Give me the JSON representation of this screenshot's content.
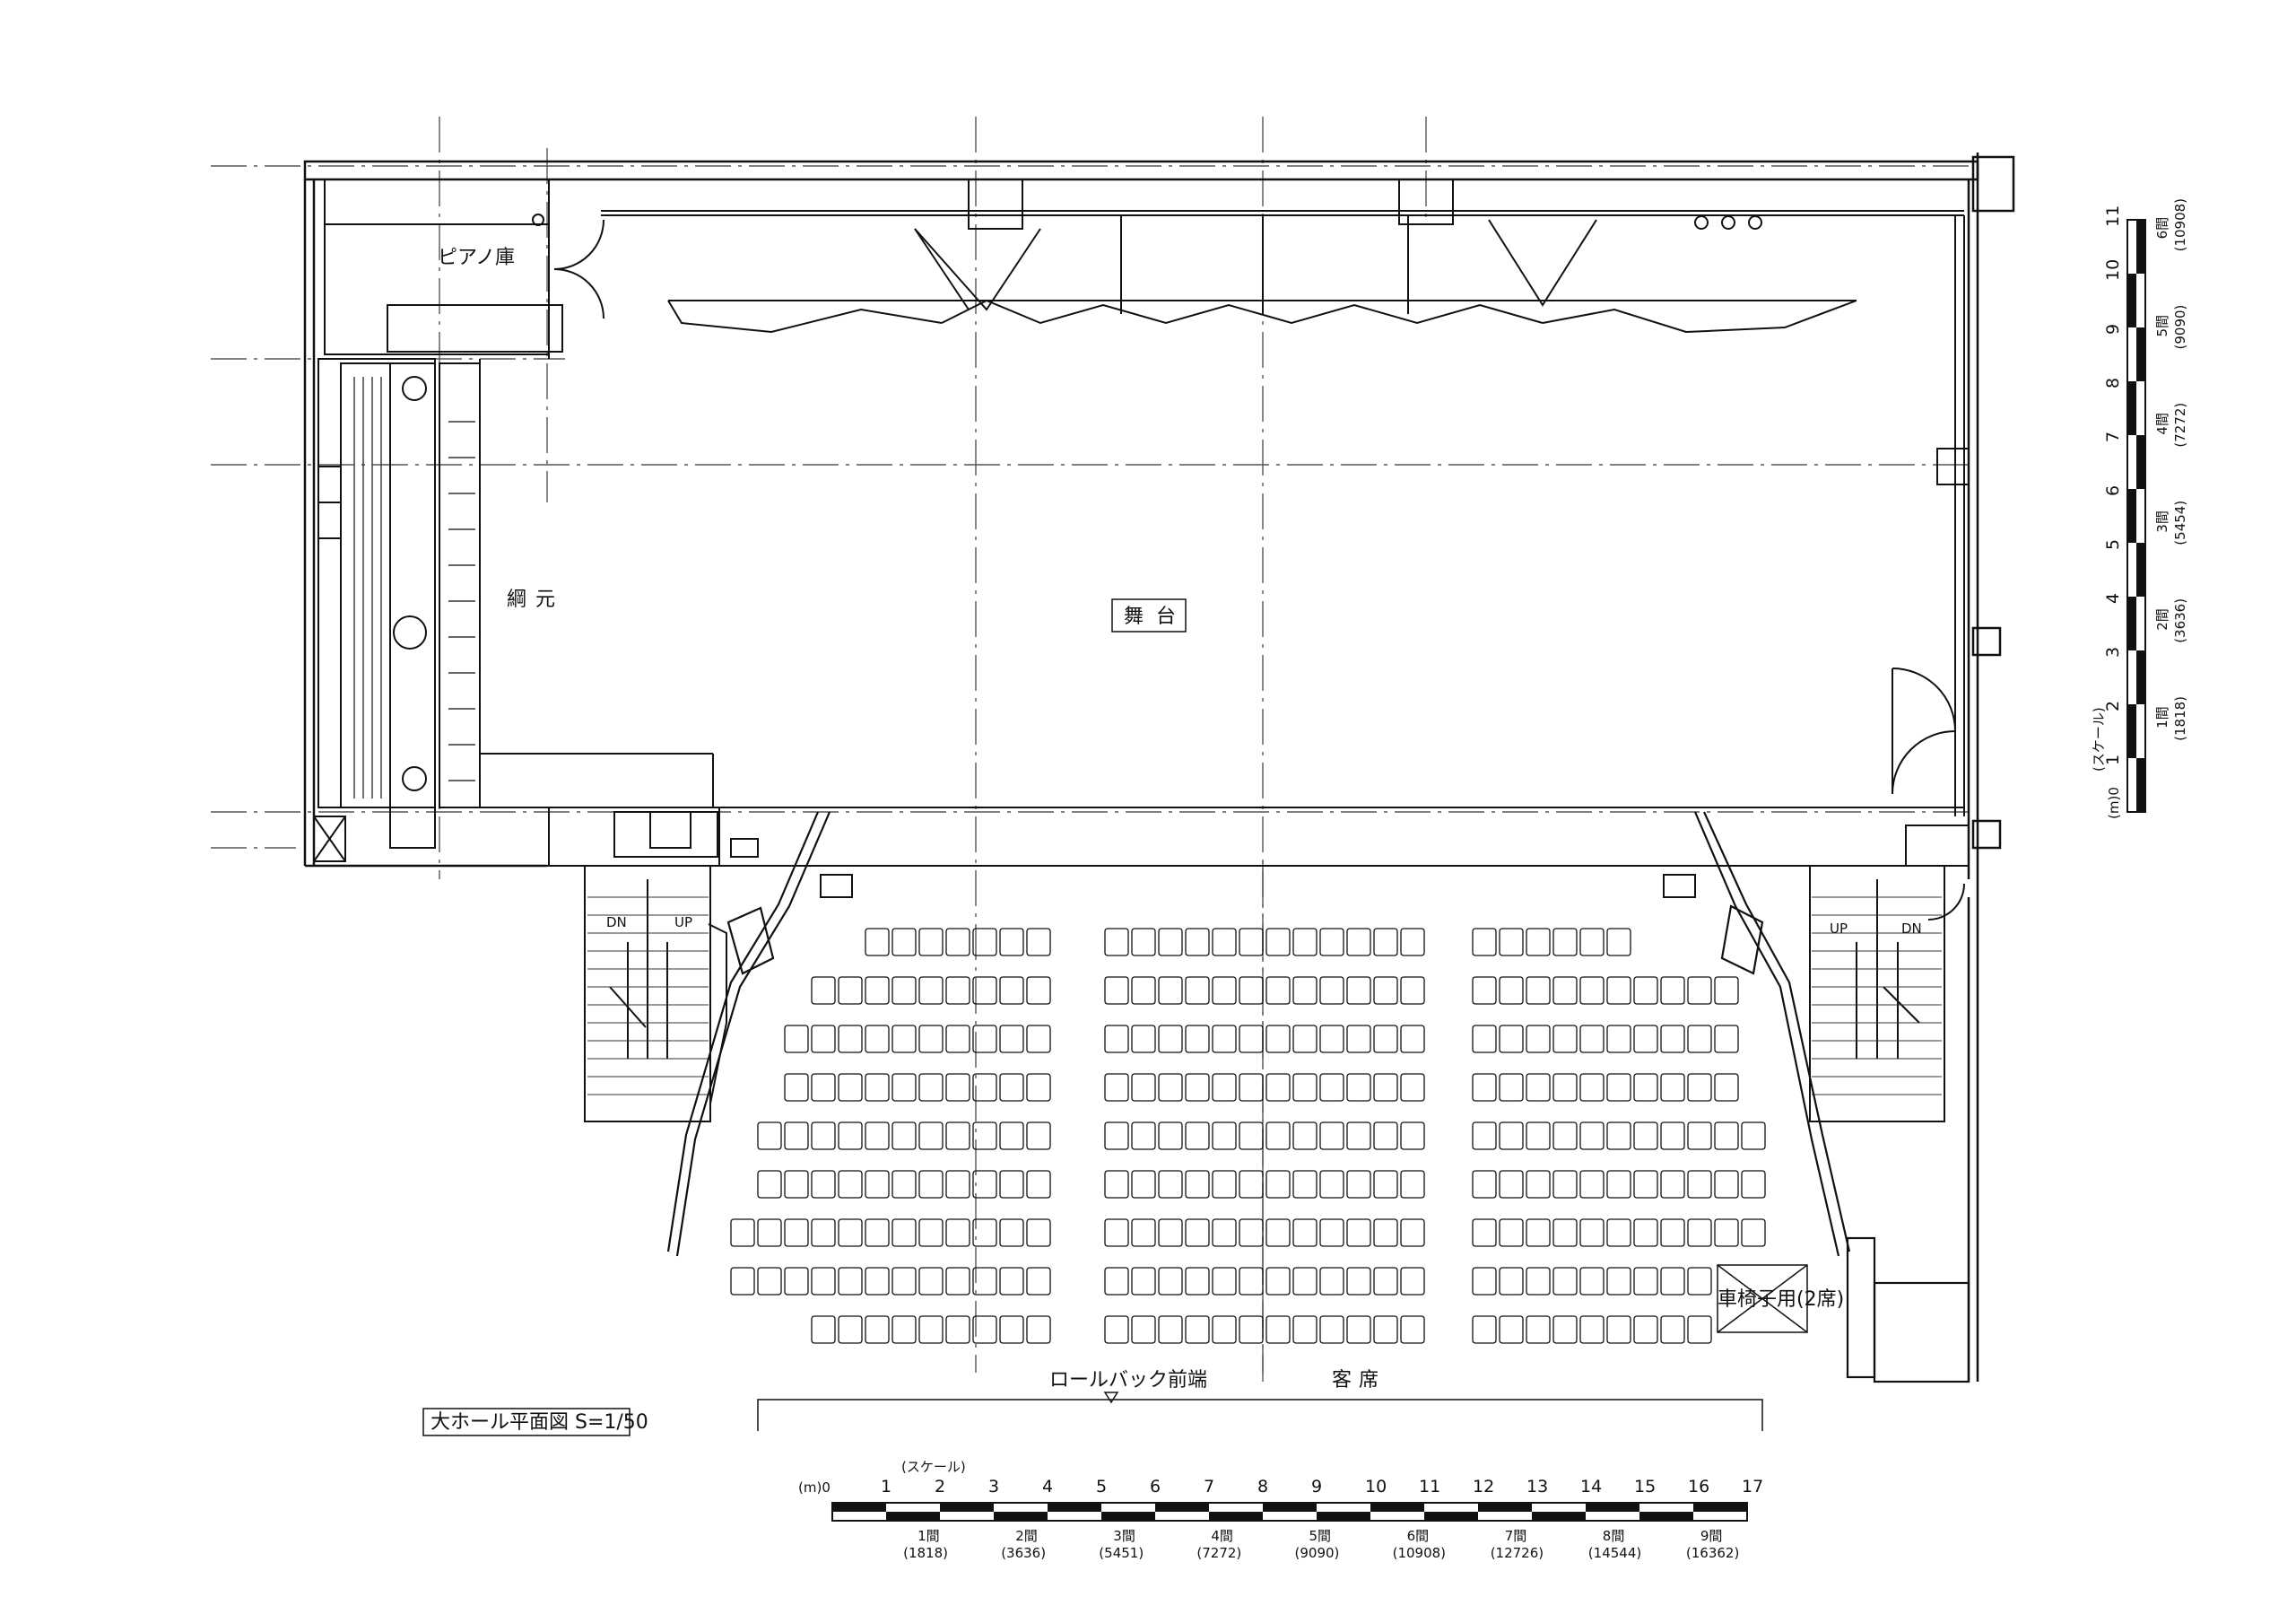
{
  "rooms": {
    "piano": "ピアノ庫",
    "wings_left": "綱",
    "wings_right": "元",
    "stage_left": "舞",
    "stage_right": "台",
    "audience_left": "客",
    "audience_right": "席"
  },
  "notes": {
    "rollback_front": "ロールバック前端",
    "wheelchair": "車椅子用(2席)"
  },
  "stairs": {
    "down": "DN",
    "up": "UP"
  },
  "title_box": "大ホール平面図  S=1/50",
  "bottom_scale": {
    "caption": "(スケール)",
    "unit": "(m)0",
    "meters": [
      "1",
      "2",
      "3",
      "4",
      "5",
      "6",
      "7",
      "8",
      "9",
      "10",
      "11",
      "12",
      "13",
      "14",
      "15",
      "16",
      "17"
    ],
    "ken": [
      "1間",
      "2間",
      "3間",
      "4間",
      "5間",
      "6間",
      "7間",
      "8間",
      "9間"
    ],
    "mm": [
      "(1818)",
      "(3636)",
      "(5451)",
      "(7272)",
      "(9090)",
      "(10908)",
      "(12726)",
      "(14544)",
      "(16362)"
    ]
  },
  "side_scale": {
    "caption": "(スケール)",
    "unit": "(m)0",
    "meters": [
      "1",
      "2",
      "3",
      "4",
      "5",
      "6",
      "7",
      "8",
      "9",
      "10",
      "11"
    ],
    "ken": [
      "1間",
      "2間",
      "3間",
      "4間",
      "5間",
      "6間"
    ],
    "mm": [
      "(1818)",
      "(3636)",
      "(5454)",
      "(7272)",
      "(9090)",
      "(10908)"
    ]
  },
  "seating": {
    "left_block": [
      7,
      9,
      10,
      10,
      11,
      11,
      12,
      12,
      9
    ],
    "center_block": [
      12,
      12,
      12,
      12,
      12,
      12,
      12,
      12,
      12
    ],
    "right_block": [
      6,
      10,
      10,
      10,
      11,
      11,
      11,
      9,
      9
    ]
  }
}
